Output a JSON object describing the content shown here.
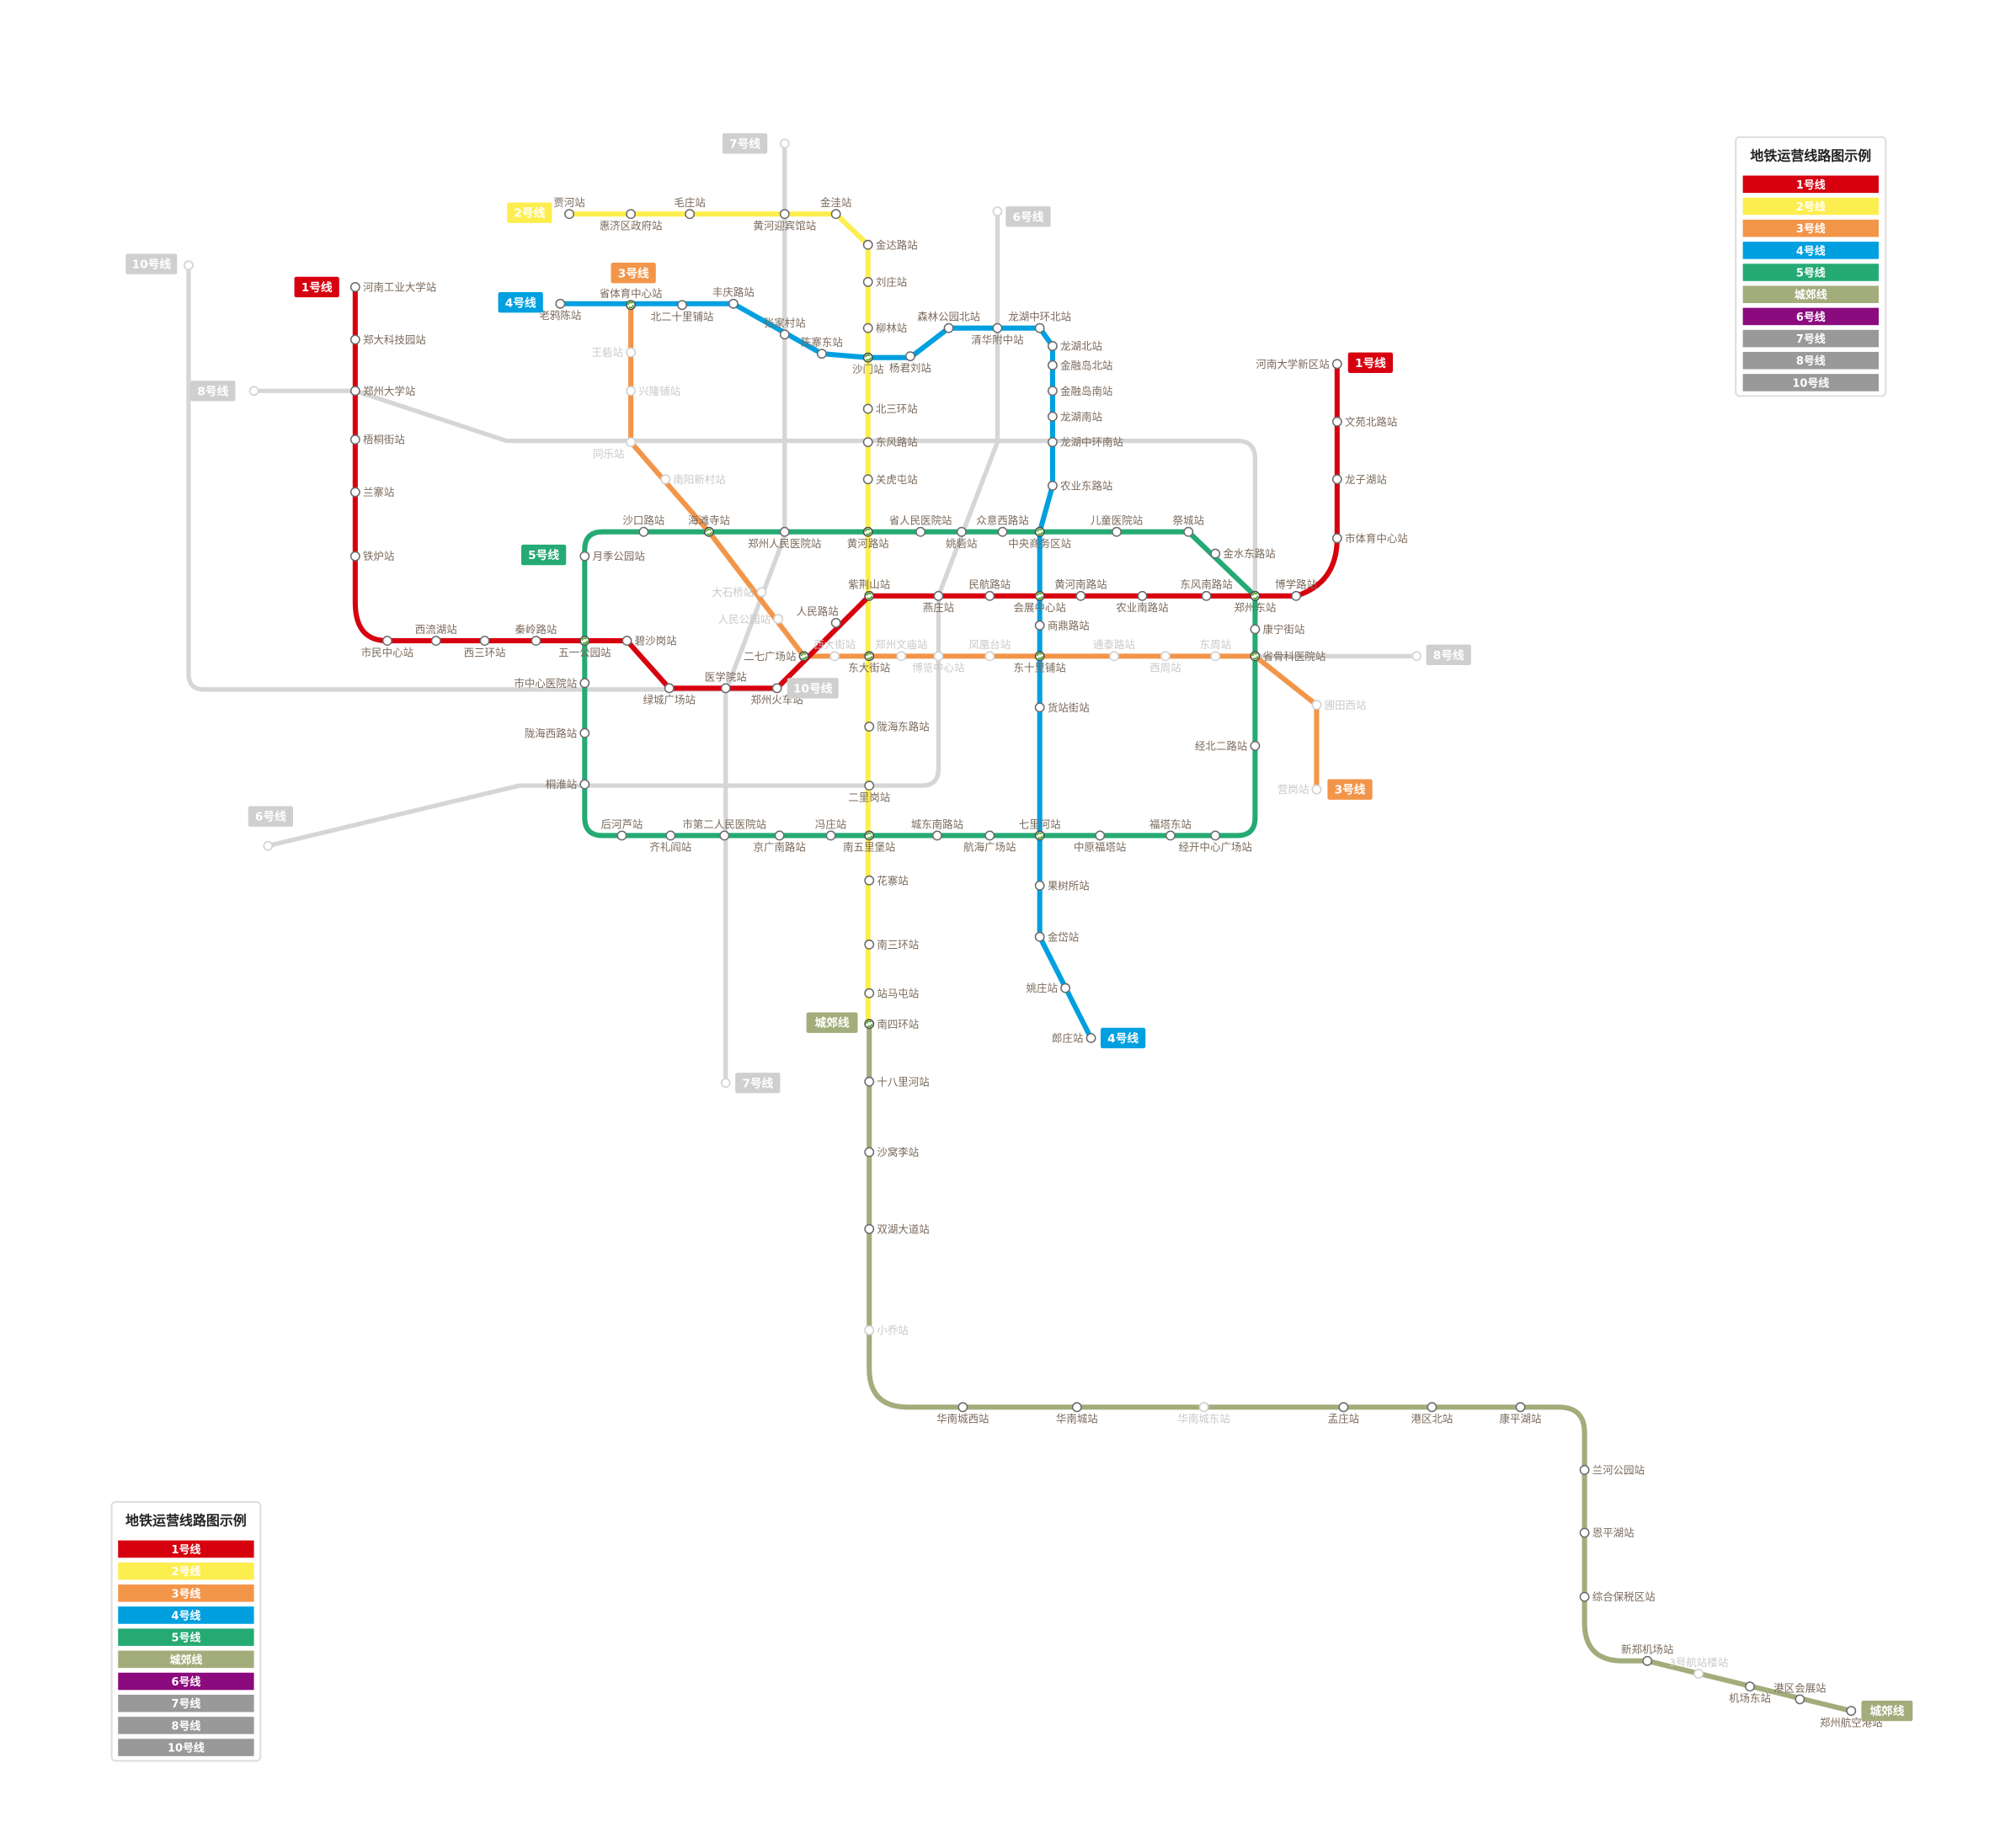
{
  "legend": {
    "title": "地铁运营线路图示例"
  },
  "lines": [
    {
      "id": "1",
      "label": "1号线",
      "color": "#d7000f"
    },
    {
      "id": "2",
      "label": "2号线",
      "color": "#fdee4f"
    },
    {
      "id": "3",
      "label": "3号线",
      "color": "#f39549"
    },
    {
      "id": "4",
      "label": "4号线",
      "color": "#00a0e0"
    },
    {
      "id": "5",
      "label": "5号线",
      "color": "#25aa74"
    },
    {
      "id": "city",
      "label": "城郊线",
      "color": "#a2ad7b"
    },
    {
      "id": "6",
      "label": "6号线",
      "color": "#8b0a7e"
    },
    {
      "id": "7",
      "label": "7号线",
      "color": "#999999"
    },
    {
      "id": "8",
      "label": "8号线",
      "color": "#999999"
    },
    {
      "id": "10",
      "label": "10号线",
      "color": "#999999"
    }
  ],
  "stations": [
    {
      "n": "河南工业大学站"
    },
    {
      "n": "郑大科技园站"
    },
    {
      "n": "郑州大学站"
    },
    {
      "n": "梧桐街站"
    },
    {
      "n": "兰寨站"
    },
    {
      "n": "铁炉站"
    },
    {
      "n": "市民中心站"
    },
    {
      "n": "西流湖站"
    },
    {
      "n": "西三环站"
    },
    {
      "n": "秦岭路站"
    },
    {
      "n": "五一公园站",
      "transfer": true
    },
    {
      "n": "碧沙岗站"
    },
    {
      "n": "绿城广场站"
    },
    {
      "n": "医学院站"
    },
    {
      "n": "郑州火车站"
    },
    {
      "n": "二七广场站",
      "transfer": true
    },
    {
      "n": "人民路站"
    },
    {
      "n": "紫荆山站",
      "transfer": true
    },
    {
      "n": "燕庄站"
    },
    {
      "n": "民航路站"
    },
    {
      "n": "会展中心站",
      "transfer": true
    },
    {
      "n": "黄河南路站"
    },
    {
      "n": "农业南路站"
    },
    {
      "n": "东风南路站"
    },
    {
      "n": "郑州东站",
      "transfer": true
    },
    {
      "n": "博学路站"
    },
    {
      "n": "市体育中心站"
    },
    {
      "n": "龙子湖站"
    },
    {
      "n": "文苑北路站"
    },
    {
      "n": "河南大学新区站"
    },
    {
      "n": "贾河站"
    },
    {
      "n": "惠济区政府站"
    },
    {
      "n": "毛庄站"
    },
    {
      "n": "黄河迎宾馆站"
    },
    {
      "n": "金洼站"
    },
    {
      "n": "金达路站"
    },
    {
      "n": "刘庄站"
    },
    {
      "n": "柳林站"
    },
    {
      "n": "沙门站",
      "transfer": true
    },
    {
      "n": "北三环站"
    },
    {
      "n": "东风路站"
    },
    {
      "n": "关虎屯站"
    },
    {
      "n": "黄河路站",
      "transfer": true
    },
    {
      "n": "东大街站",
      "transfer": true
    },
    {
      "n": "陇海东路站"
    },
    {
      "n": "二里岗站"
    },
    {
      "n": "南五里堡站",
      "transfer": true
    },
    {
      "n": "花寨站"
    },
    {
      "n": "南三环站"
    },
    {
      "n": "站马屯站"
    },
    {
      "n": "南四环站",
      "transfer": true
    },
    {
      "n": "省体育中心站",
      "transfer": true
    },
    {
      "n": "王砦站",
      "planned": true
    },
    {
      "n": "兴隆铺站",
      "planned": true
    },
    {
      "n": "同乐站",
      "planned": true
    },
    {
      "n": "南阳新村站",
      "planned": true
    },
    {
      "n": "海滩寺站",
      "transfer": true
    },
    {
      "n": "大石桥站",
      "planned": true
    },
    {
      "n": "人民公园站",
      "planned": true
    },
    {
      "n": "西大街站",
      "planned": true
    },
    {
      "n": "郑州文庙站",
      "planned": true
    },
    {
      "n": "博览中心站",
      "planned": true
    },
    {
      "n": "凤凰台站",
      "planned": true
    },
    {
      "n": "东十里铺站",
      "transfer": true
    },
    {
      "n": "通泰路站",
      "planned": true
    },
    {
      "n": "西周站",
      "planned": true
    },
    {
      "n": "东周站",
      "planned": true
    },
    {
      "n": "省骨科医院站",
      "transfer": true
    },
    {
      "n": "圃田西站",
      "planned": true
    },
    {
      "n": "营岗站",
      "planned": true
    },
    {
      "n": "老鸦陈站"
    },
    {
      "n": "北二十里铺站"
    },
    {
      "n": "丰庆路站"
    },
    {
      "n": "张家村站"
    },
    {
      "n": "陈寨东站"
    },
    {
      "n": "杨君刘站"
    },
    {
      "n": "森林公园北站"
    },
    {
      "n": "清华附中站"
    },
    {
      "n": "龙湖中环北站"
    },
    {
      "n": "龙湖北站"
    },
    {
      "n": "金融岛北站"
    },
    {
      "n": "金融岛南站"
    },
    {
      "n": "龙湖南站"
    },
    {
      "n": "龙湖中环南站"
    },
    {
      "n": "农业东路站"
    },
    {
      "n": "中央商务区站",
      "transfer": true
    },
    {
      "n": "商鼎路站"
    },
    {
      "n": "货站街站"
    },
    {
      "n": "七里河站",
      "transfer": true
    },
    {
      "n": "果树所站"
    },
    {
      "n": "金岱站"
    },
    {
      "n": "姚庄站"
    },
    {
      "n": "郎庄站"
    },
    {
      "n": "沙口路站"
    },
    {
      "n": "郑州人民医院站"
    },
    {
      "n": "省人民医院站"
    },
    {
      "n": "姚砦站"
    },
    {
      "n": "众意西路站"
    },
    {
      "n": "儿童医院站"
    },
    {
      "n": "祭城站"
    },
    {
      "n": "金水东路站"
    },
    {
      "n": "康宁街站"
    },
    {
      "n": "经北二路站"
    },
    {
      "n": "经开中心广场站"
    },
    {
      "n": "福塔东站"
    },
    {
      "n": "中原福塔站"
    },
    {
      "n": "航海广场站"
    },
    {
      "n": "城东南路站"
    },
    {
      "n": "冯庄站"
    },
    {
      "n": "京广南路站"
    },
    {
      "n": "市第二人民医院站"
    },
    {
      "n": "齐礼阎站"
    },
    {
      "n": "后河芦站"
    },
    {
      "n": "桐淮站"
    },
    {
      "n": "陇海西路站"
    },
    {
      "n": "市中心医院站"
    },
    {
      "n": "月季公园站"
    },
    {
      "n": "十八里河站"
    },
    {
      "n": "沙窝李站"
    },
    {
      "n": "双湖大道站"
    },
    {
      "n": "小乔站",
      "planned": true
    },
    {
      "n": "华南城西站"
    },
    {
      "n": "华南城站"
    },
    {
      "n": "华南城东站",
      "planned": true
    },
    {
      "n": "孟庄站"
    },
    {
      "n": "港区北站"
    },
    {
      "n": "康平湖站"
    },
    {
      "n": "兰河公园站"
    },
    {
      "n": "恩平湖站"
    },
    {
      "n": "综合保税区站"
    },
    {
      "n": "新郑机场站"
    },
    {
      "n": "3号航站楼站",
      "planned": true
    },
    {
      "n": "机场东站"
    },
    {
      "n": "港区会展站"
    },
    {
      "n": "郑州航空港站"
    }
  ]
}
